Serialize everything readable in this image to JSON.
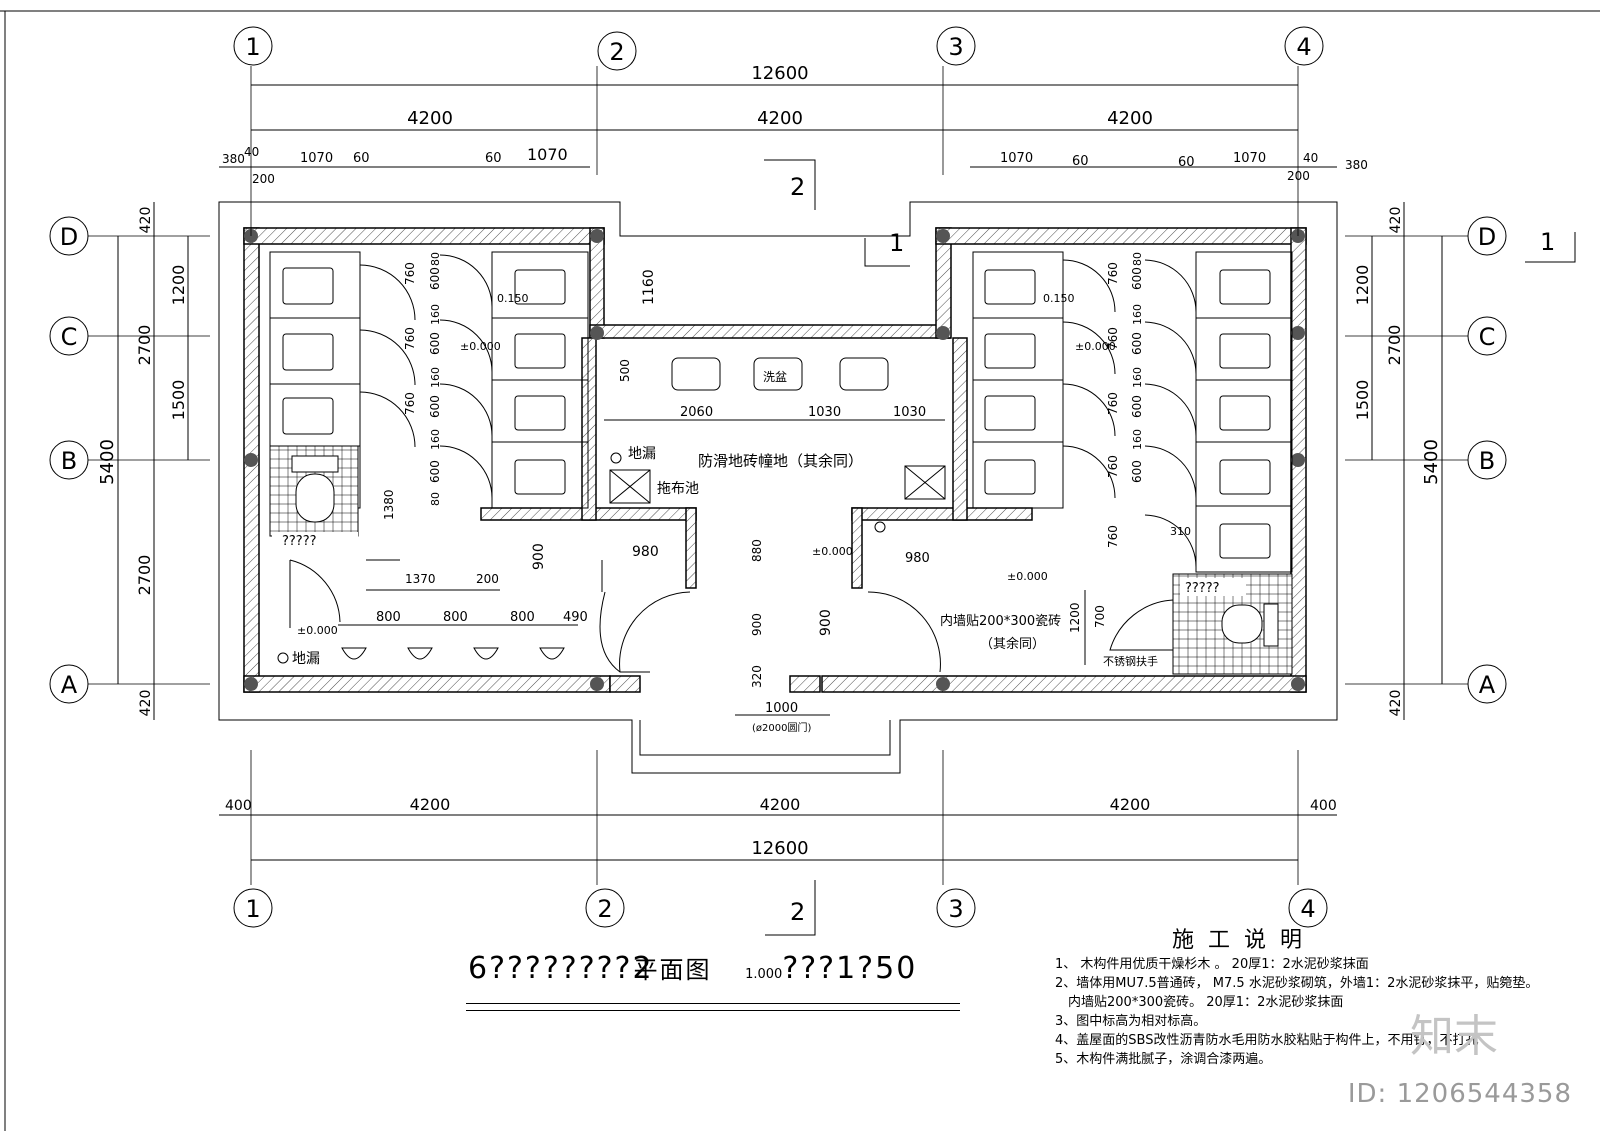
{
  "grid_axes": {
    "vertical": [
      "1",
      "2",
      "3",
      "4"
    ],
    "horizontal": [
      "D",
      "C",
      "B",
      "A"
    ]
  },
  "dimensions": {
    "total_length": "12600",
    "bay": "4200",
    "edge_offset": "400",
    "top_small_left": [
      "380",
      "40",
      "200",
      "1070",
      "60",
      "60",
      "1070"
    ],
    "top_small_right": [
      "1070",
      "60",
      "60",
      "1070",
      "40",
      "200",
      "380"
    ],
    "total_depth": "5400",
    "depth_left": [
      "420",
      "2700",
      "2700",
      "420"
    ],
    "depth_inner_left": [
      "1200",
      "1500"
    ],
    "stall_depth": [
      "760",
      "600",
      "160",
      "80"
    ],
    "corridor": [
      "2060",
      "1030",
      "1030"
    ],
    "sink_depth": "500",
    "notch": "1160",
    "passage": [
      "980",
      "880",
      "900",
      "320",
      "900",
      "1000"
    ],
    "door_note": "(ø2000圆门)",
    "left_lower": [
      "1380",
      "1370",
      "200",
      "900"
    ],
    "urinal": [
      "800",
      "800",
      "800",
      "490"
    ],
    "right_lower": [
      "980",
      "760",
      "310",
      "1200",
      "700"
    ]
  },
  "labels": {
    "floor_drain": "地漏",
    "mop_sink": "拖布池",
    "floor_finish": "防滑地砖幢地（其余同）",
    "wash_basin": "洗盆",
    "wall_tile": "内墙贴200*300瓷砖",
    "wall_tile_note": "（其余同）",
    "handrail": "不锈钢扶手",
    "unknown_room": "?????",
    "elev_zero": "±0.000",
    "elev_minus": "0.150",
    "section_1": "1",
    "section_2": "2"
  },
  "title": {
    "main": "6????????2",
    "suffix": "平面图",
    "scale_prefix": "1.000",
    "scale": "???1?50"
  },
  "notes": {
    "title": "施工说明",
    "items": [
      "1、 木构件用优质干燥杉木 。 20厚1：2水泥砂浆抹面",
      "2、墙体用MU7.5普通砖， M7.5 水泥砂浆砌筑，外墙1：2水泥砂浆抹平，贴箢垫。",
      "　内墙贴200*300瓷砖。 20厚1：2水泥砂浆抹面",
      "3、图中标高为相对标高。",
      "4、盖屋面的SBS改性沥青防水毛用防水胶粘贴于构件上，不用钉，不打孔",
      "5、木构件满批腻子，涂调合漆两遍。"
    ]
  },
  "watermark": {
    "logo": "知末",
    "id": "ID: 1206544358"
  }
}
